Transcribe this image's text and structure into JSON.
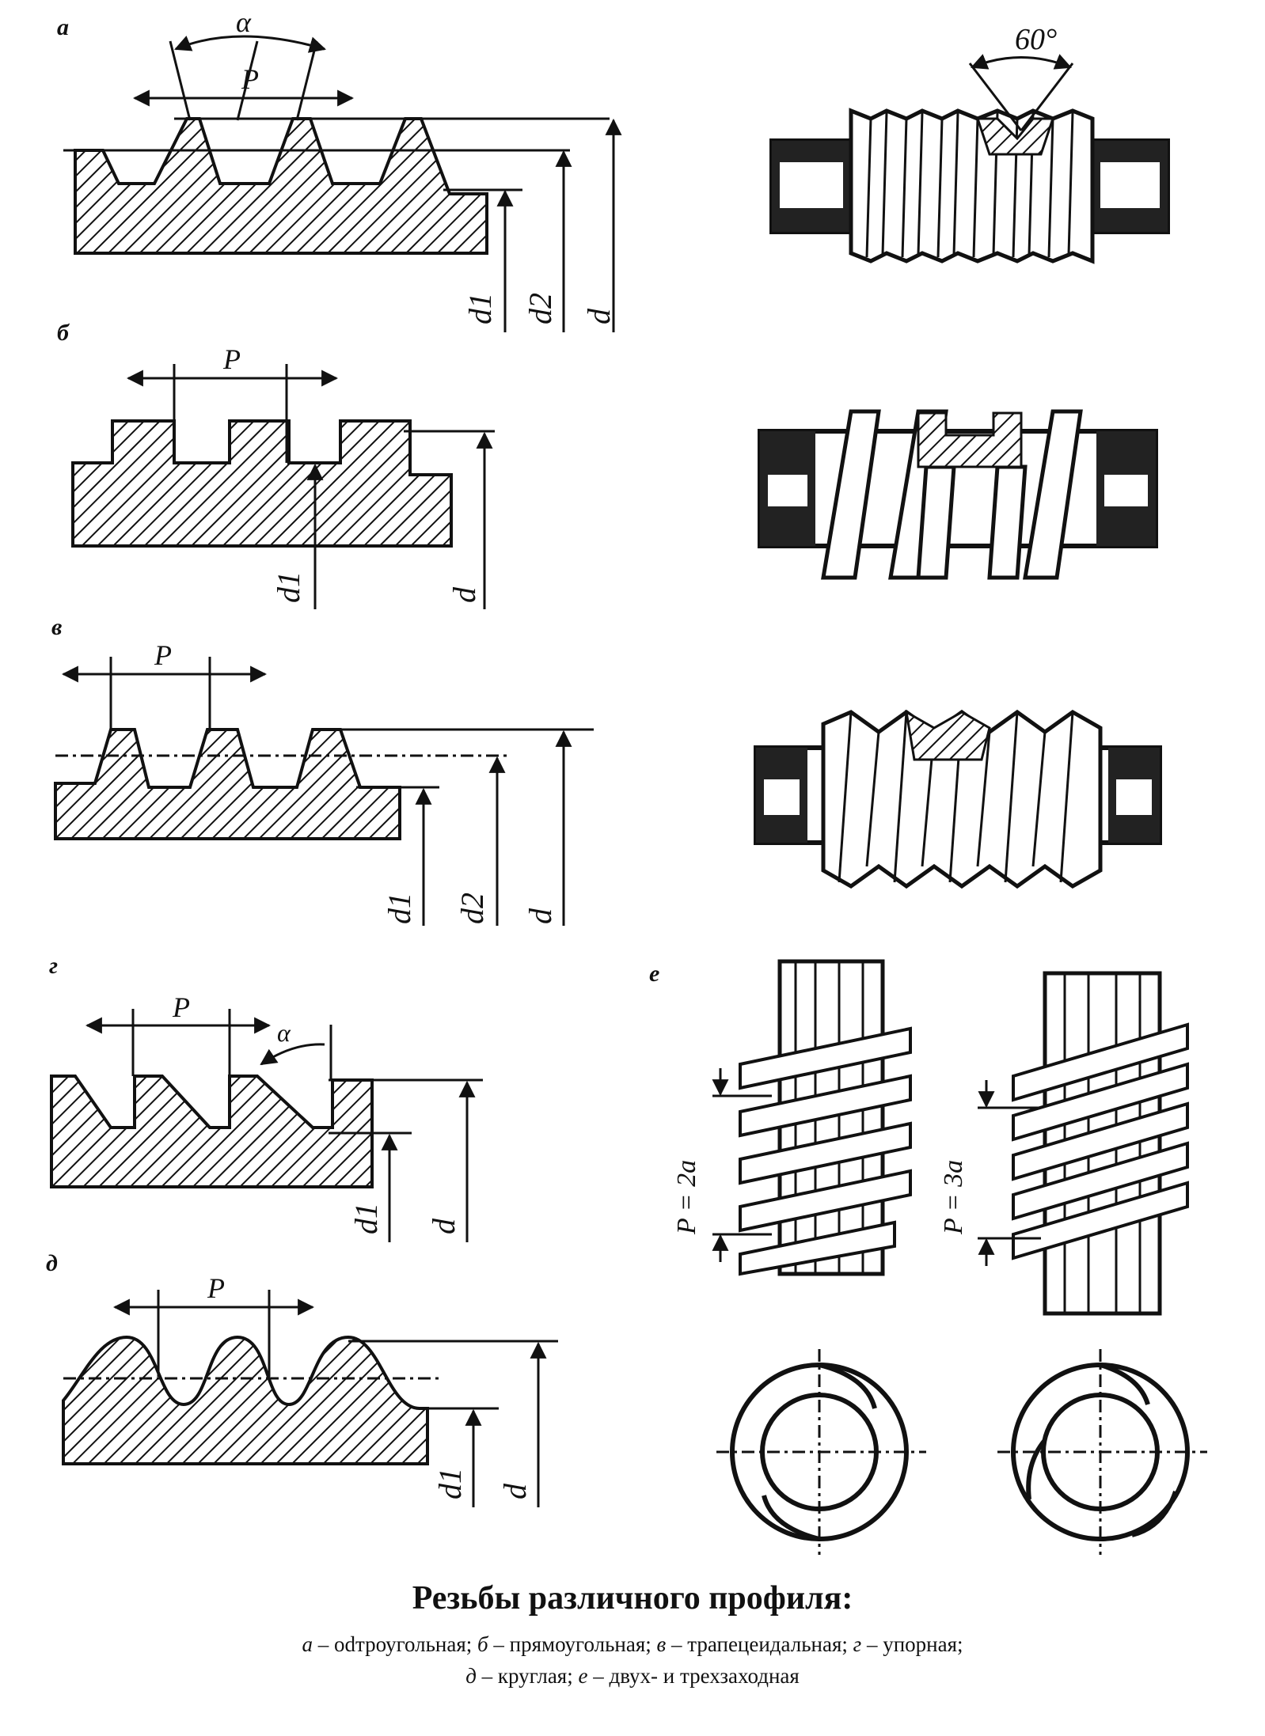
{
  "figure": {
    "panels": {
      "a": {
        "letter": "а",
        "angle_label": "α",
        "pitch_label": "P",
        "d1": "d1",
        "d2": "d2",
        "d": "d",
        "screw_angle_label": "60°"
      },
      "b": {
        "letter": "б",
        "pitch_label": "P",
        "d1": "d1",
        "d": "d"
      },
      "v": {
        "letter": "в",
        "pitch_label": "P",
        "d1": "d1",
        "d2": "d2",
        "d": "d"
      },
      "g": {
        "letter": "г",
        "pitch_label": "P",
        "angle_label": "α",
        "d1": "d1",
        "d": "d"
      },
      "dd": {
        "letter": "д",
        "pitch_label": "P",
        "d1": "d1",
        "d": "d"
      },
      "e": {
        "letter": "е",
        "pitch_left": "P = 2a",
        "pitch_right": "P = 3a"
      }
    }
  },
  "caption": {
    "title": "Резьбы различного профиля:",
    "line1": [
      {
        "letter": "а",
        "text": " – оdтроугольная; "
      },
      {
        "letter": "б",
        "text": " – прямоугольная; "
      },
      {
        "letter": "в",
        "text": " – трапецеидальная; "
      },
      {
        "letter": "г",
        "text": " – упорная;"
      }
    ],
    "line2": [
      {
        "letter": "д",
        "text": " – круглая; "
      },
      {
        "letter": "е",
        "text": " – двух- и трехзаходная"
      }
    ]
  }
}
